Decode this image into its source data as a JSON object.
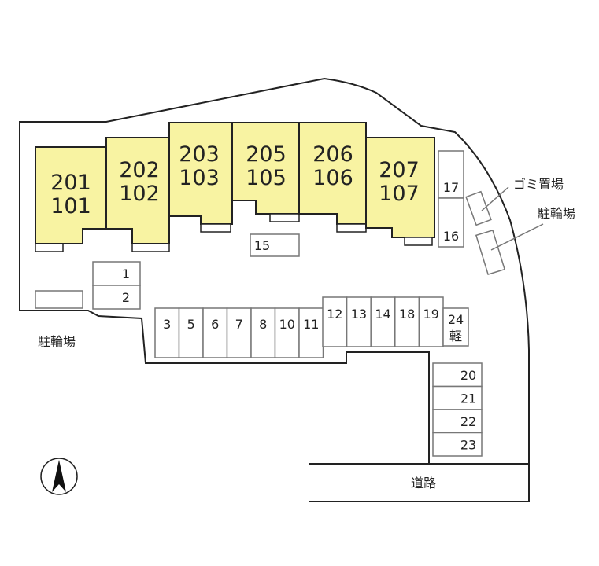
{
  "colors": {
    "building_fill": "#f8f3a2",
    "line": "#222222",
    "slot_line": "#777777",
    "background": "#ffffff"
  },
  "buildings": [
    {
      "upper": "201",
      "lower": "101"
    },
    {
      "upper": "202",
      "lower": "102"
    },
    {
      "upper": "203",
      "lower": "103"
    },
    {
      "upper": "205",
      "lower": "105"
    },
    {
      "upper": "206",
      "lower": "106"
    },
    {
      "upper": "207",
      "lower": "107"
    }
  ],
  "parking": {
    "row_left": [
      "1",
      "2"
    ],
    "slot_15": "15",
    "right_column_top": [
      "17",
      "16"
    ],
    "row_lower": [
      "3",
      "5",
      "6",
      "7",
      "8",
      "10",
      "11"
    ],
    "row_upper": [
      "12",
      "13",
      "14",
      "18",
      "19"
    ],
    "kei_slot": {
      "number": "24",
      "mark": "軽"
    },
    "row_bottom_right": [
      "20",
      "21",
      "22",
      "23"
    ]
  },
  "facilities": {
    "garbage": "ゴミ置場",
    "bicycle_right": "駐輪場",
    "bicycle_left": "駐輪場"
  },
  "road": "道路",
  "compass": {
    "icon": "north-arrow-icon"
  }
}
